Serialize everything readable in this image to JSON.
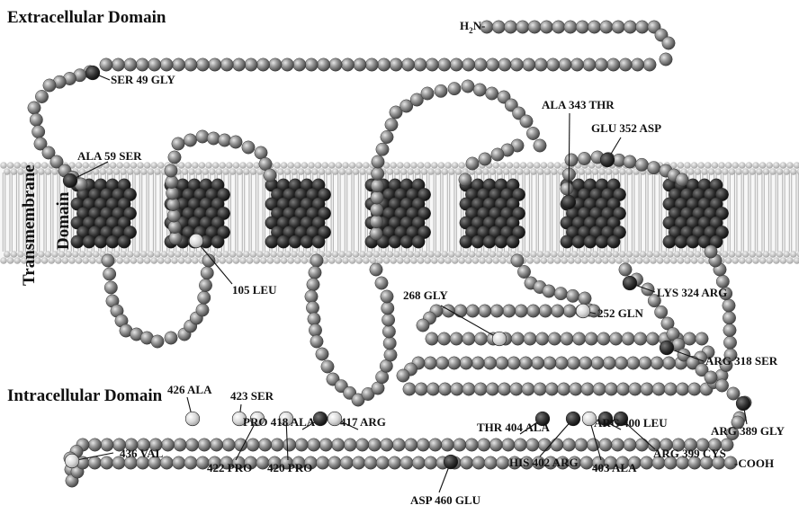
{
  "regions": {
    "extracellular": "Extracellular Domain",
    "transmembrane_line1": "Transmembrane",
    "transmembrane_line2": "Domain",
    "intracellular": "Intracellular Domain"
  },
  "termini": {
    "n_terminus_h": "H",
    "n_terminus_sub": "2",
    "n_terminus_n": "N-",
    "c_terminus": "-COOH"
  },
  "mutations": [
    "SER 49 GLY",
    "ALA 59 SER",
    "105 LEU",
    "ALA 343 THR",
    "GLU 352 ASP",
    "268 GLY",
    "252 GLN",
    "LYS 324 ARG",
    "ARG 318 SER",
    "ARG 389 GLY",
    "426 ALA",
    "423 SER",
    "PRO 418 ALA",
    "417 ARG",
    "422 PRO",
    "420 PRO",
    "436 VAL",
    "THR 404 ALA",
    "ARG 400 LEU",
    "HIS 402 ARG",
    "403 ALA",
    "ARG 399 CYS",
    "ASP 460 GLU"
  ],
  "colors": {
    "residue": "#8c8c8c",
    "mutation_dark": "#3a3a3a",
    "mutation_light": "#d8d8d8",
    "membrane_head": "#c4c4c4",
    "membrane_tail": "#bdbdbd"
  }
}
